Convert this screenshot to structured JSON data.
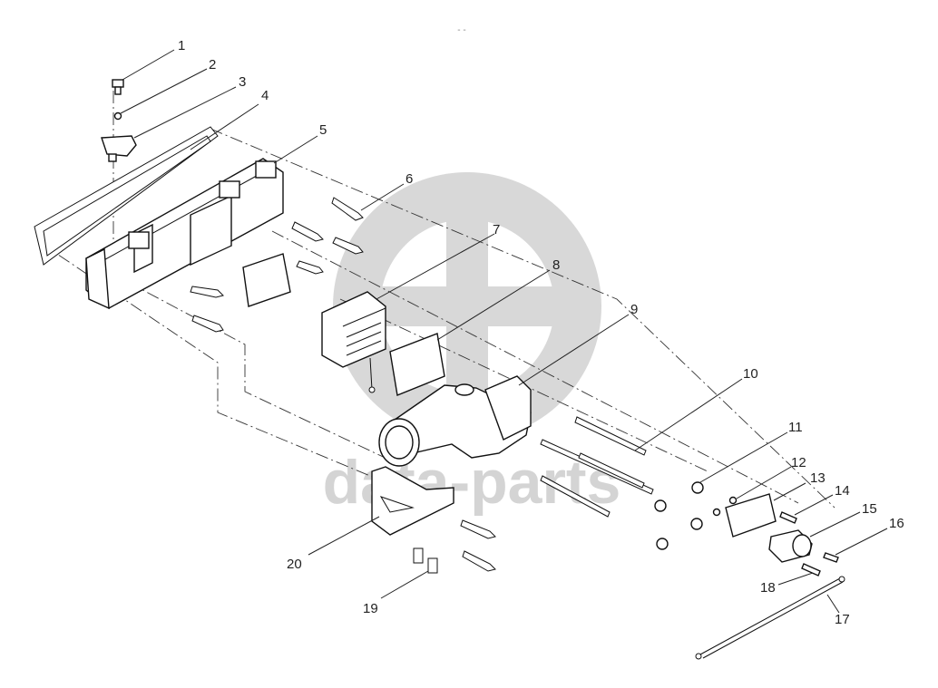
{
  "watermark": {
    "text": "data-parts",
    "color": "#d4d4d4"
  },
  "top_mark": "- -",
  "callouts": [
    {
      "num": "1",
      "part": "bolt"
    },
    {
      "num": "2",
      "part": "washer"
    },
    {
      "num": "3",
      "part": "sensor"
    },
    {
      "num": "4",
      "part": "gasket"
    },
    {
      "num": "5",
      "part": "exhaust-manifold"
    },
    {
      "num": "6",
      "part": "manifold-bolt"
    },
    {
      "num": "7",
      "part": "grid-heater"
    },
    {
      "num": "8",
      "part": "heater-gasket"
    },
    {
      "num": "9",
      "part": "intake-elbow"
    },
    {
      "num": "10",
      "part": "stud-long"
    },
    {
      "num": "11",
      "part": "nut"
    },
    {
      "num": "12",
      "part": "nut-small"
    },
    {
      "num": "13",
      "part": "bracket-plate"
    },
    {
      "num": "14",
      "part": "screw"
    },
    {
      "num": "15",
      "part": "relay"
    },
    {
      "num": "16",
      "part": "screw-small"
    },
    {
      "num": "17",
      "part": "cable"
    },
    {
      "num": "18",
      "part": "screw-relay"
    },
    {
      "num": "19",
      "part": "flange-bolt"
    },
    {
      "num": "20",
      "part": "support-bracket"
    }
  ]
}
